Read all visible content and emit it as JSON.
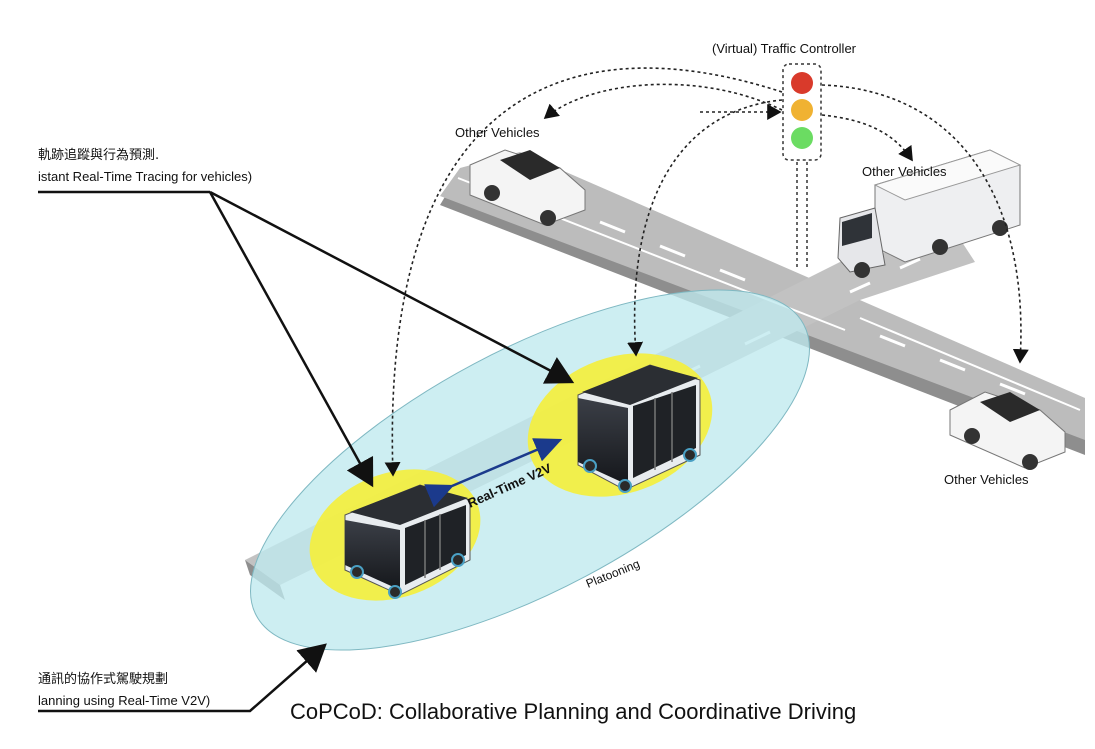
{
  "diagram": {
    "title": "CoPCoD: Collaborative Planning and Coordinative Driving",
    "traffic_controller_label": "(Virtual) Traffic Controller",
    "other_vehicles_labels": [
      "Other Vehicles",
      "Other Vehicles",
      "Other Vehicles"
    ],
    "v2v_label": "Real-Time V2V",
    "platooning_label": "Platooning",
    "annotation_top": {
      "line1": "軌跡追蹤與行為預測.",
      "line2": "istant Real-Time Tracing for vehicles)"
    },
    "annotation_bottom": {
      "line1": "通訊的協作式駕駛規劃",
      "line2": "lanning using Real-Time V2V)"
    },
    "colors": {
      "road": "#b5b5b5",
      "road_shadow": "#8e8e8e",
      "lane_marking": "#ffffff",
      "platoon_zone": "#bfe9ee",
      "vehicle_zone": "#f4ef3e",
      "light_red": "#d93a2b",
      "light_amber": "#f0b232",
      "light_green": "#6bdc62",
      "v2v_arrow": "#1b3a8c"
    }
  }
}
